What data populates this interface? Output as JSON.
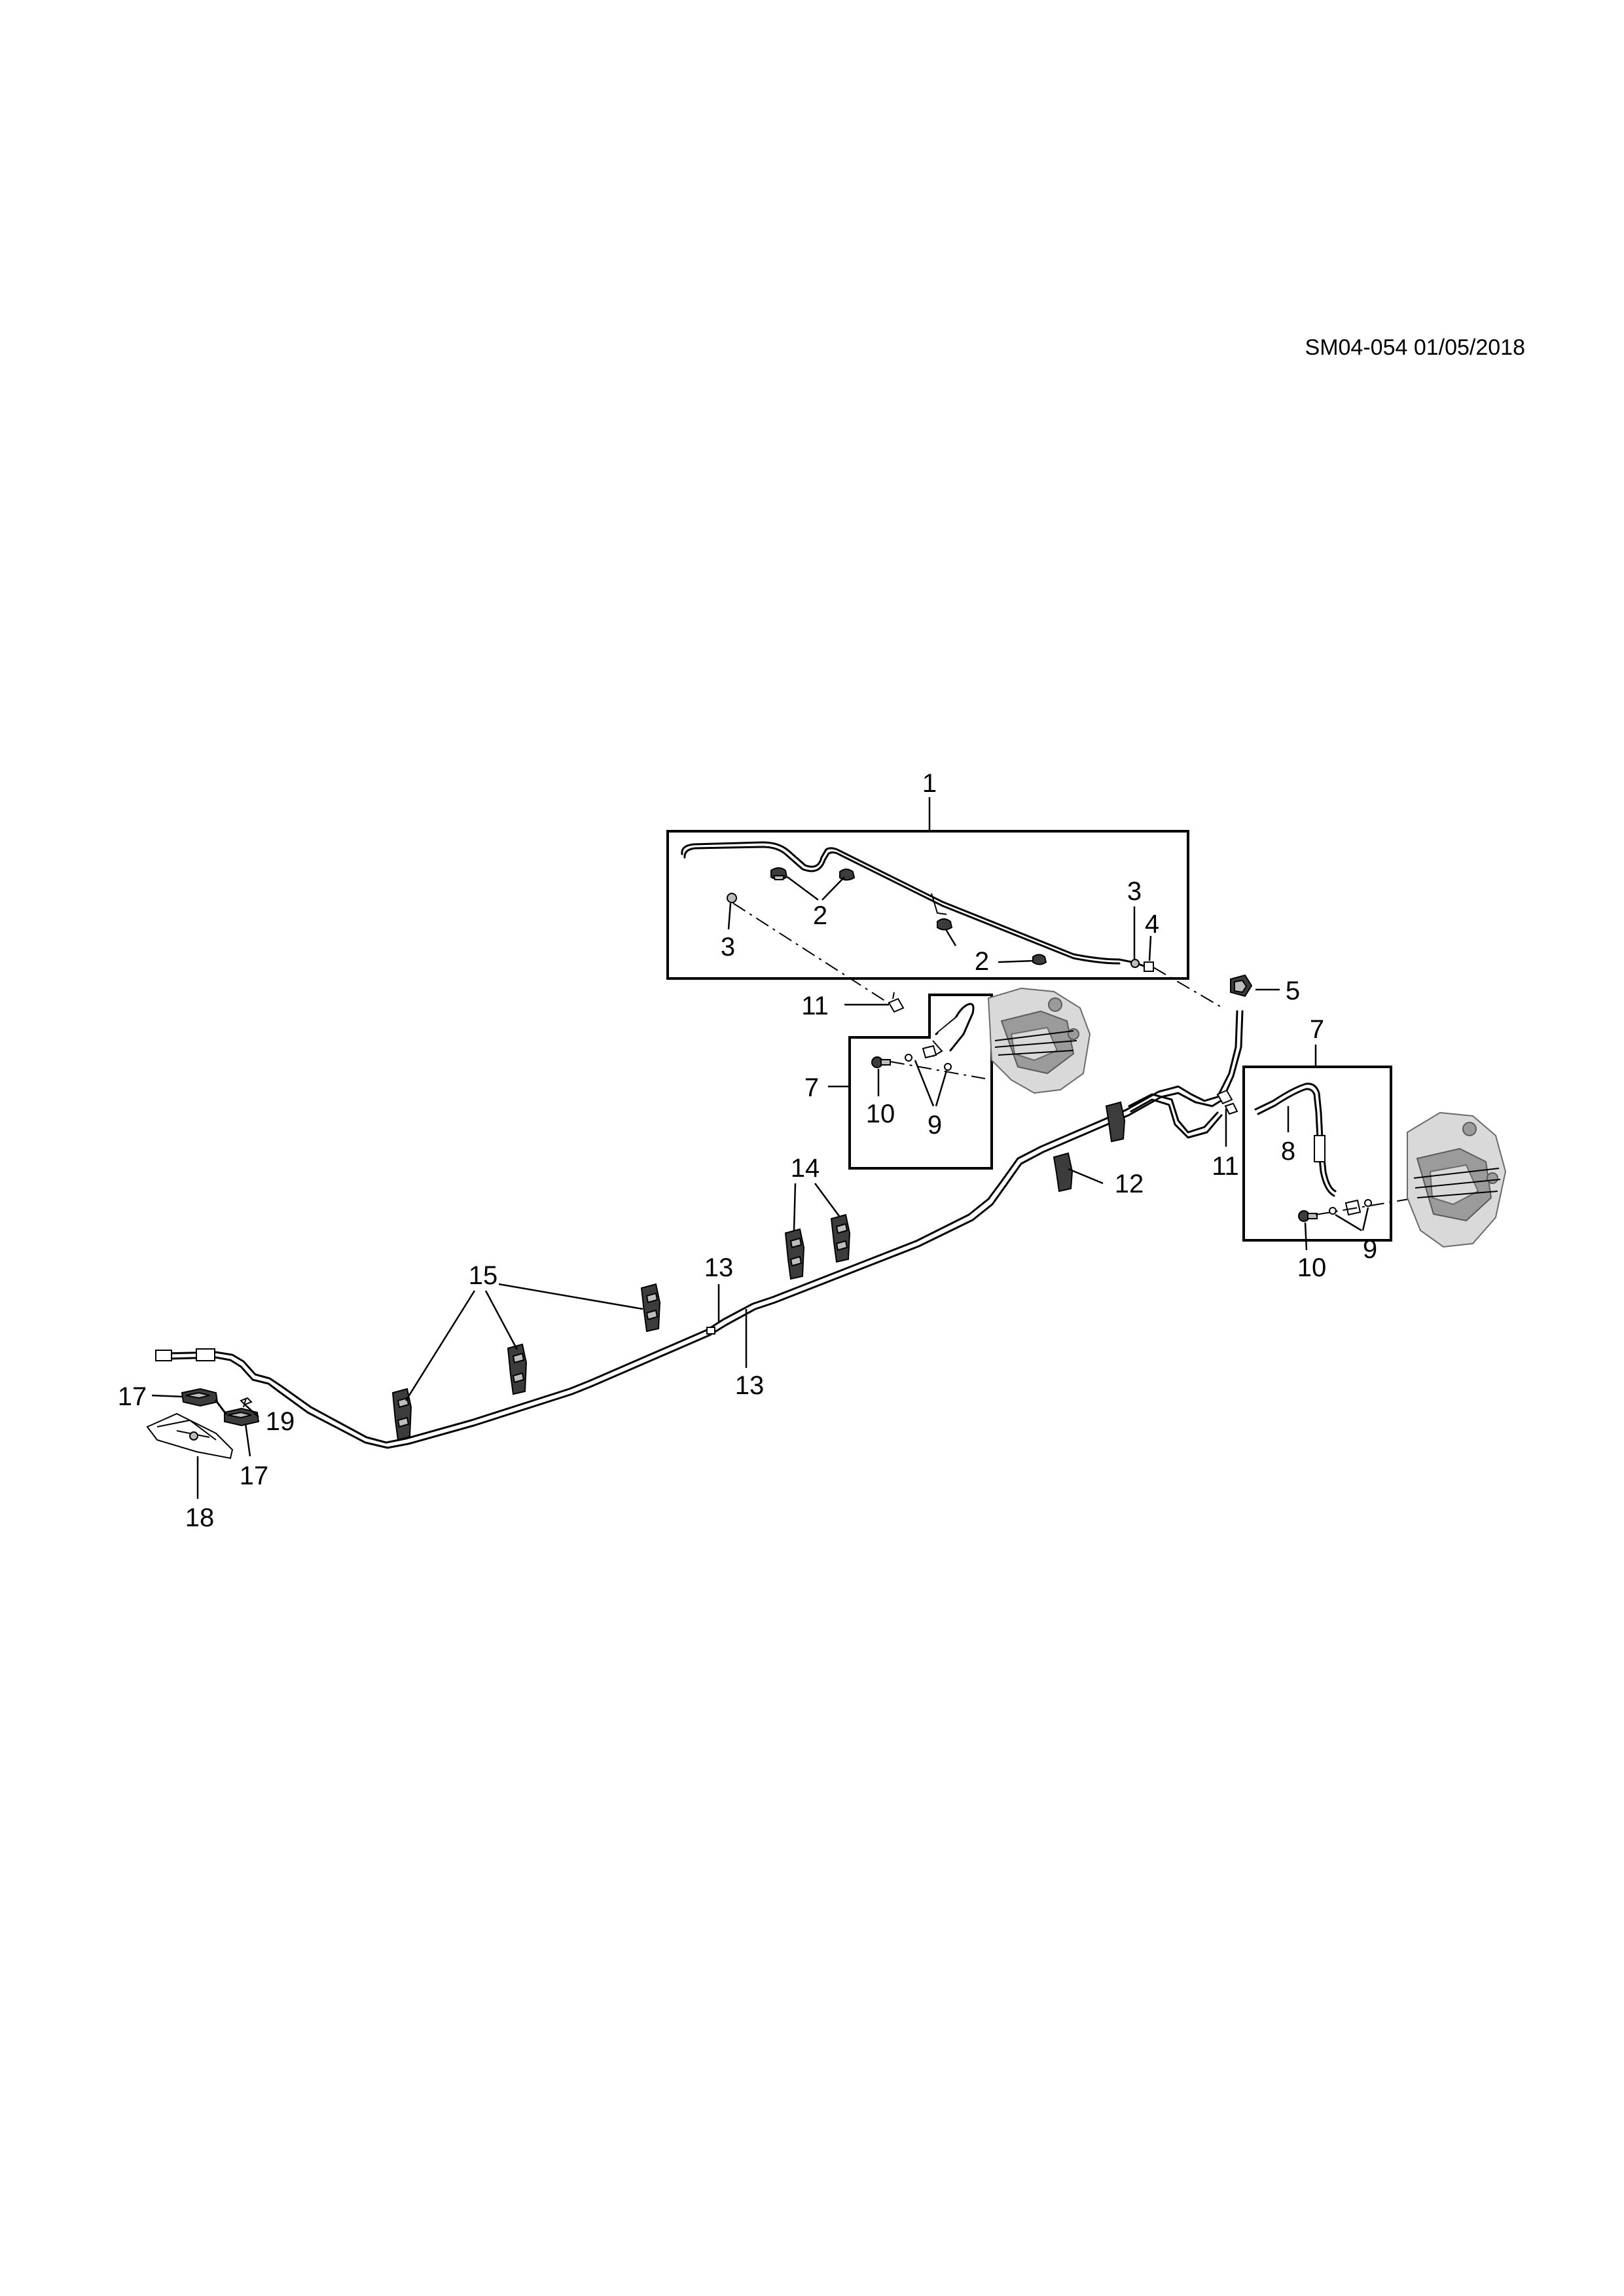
{
  "document_code": "SM04-054 01/05/2018",
  "callouts": {
    "c1": "1",
    "c2a": "2",
    "c2b": "2",
    "c3a": "3",
    "c3b": "3",
    "c4": "4",
    "c5": "5",
    "c7a": "7",
    "c7b": "7",
    "c8": "8",
    "c9a": "9",
    "c9b": "9",
    "c10a": "10",
    "c10b": "10",
    "c11a": "11",
    "c11b": "11",
    "c12": "12",
    "c13a": "13",
    "c13b": "13",
    "c14": "14",
    "c15": "15",
    "c17a": "17",
    "c17b": "17",
    "c18": "18",
    "c19": "19"
  }
}
